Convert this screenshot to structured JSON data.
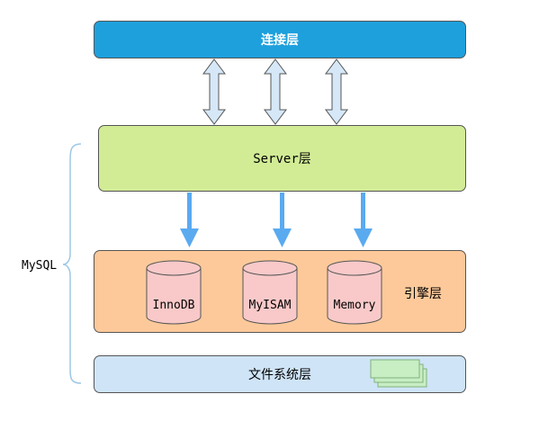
{
  "layers": {
    "connection": "连接层",
    "server": "Server层",
    "engine": "引擎层",
    "filesystem": "文件系统层"
  },
  "group_label": "MySQL",
  "engines": [
    {
      "name": "InnoDB"
    },
    {
      "name": "MyISAM"
    },
    {
      "name": "Memory"
    }
  ],
  "colors": {
    "connection": "#1ea0dc",
    "server": "#d2ec96",
    "engine": "#fdc99a",
    "filesystem": "#cfe4f7",
    "cylinder": "#f9c9c9",
    "arrow": "#5aaaf0",
    "double_arrow": "#d6e8f8",
    "files_icon": "#c8eec4"
  },
  "icons": {
    "files": "stacked-files-icon"
  }
}
